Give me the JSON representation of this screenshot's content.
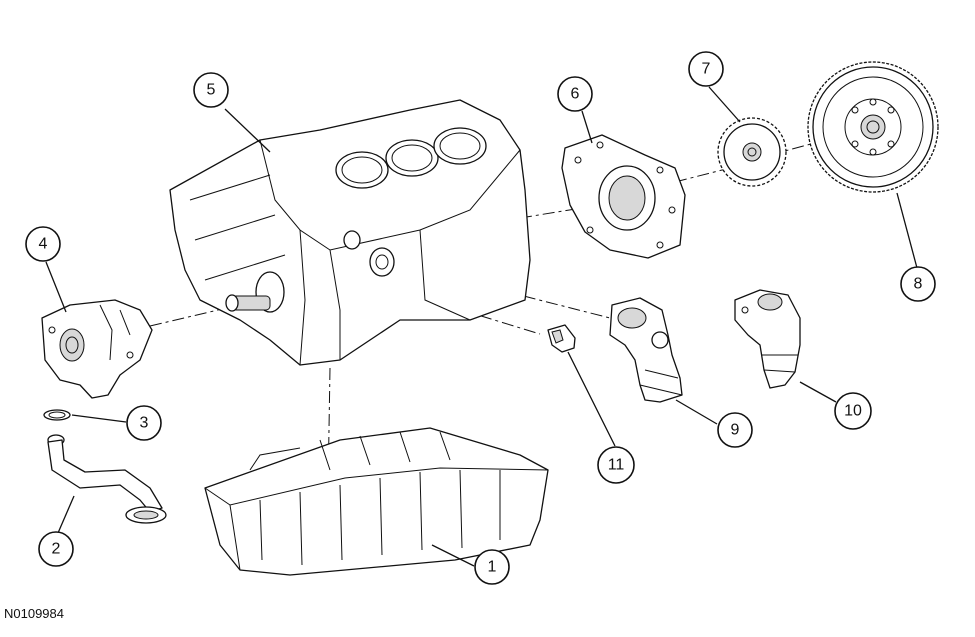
{
  "figure_id": "N0109984",
  "callouts": [
    {
      "label": "1"
    },
    {
      "label": "2"
    },
    {
      "label": "3"
    },
    {
      "label": "4"
    },
    {
      "label": "5"
    },
    {
      "label": "6"
    },
    {
      "label": "7"
    },
    {
      "label": "8"
    },
    {
      "label": "9"
    },
    {
      "label": "10"
    },
    {
      "label": "11"
    }
  ],
  "colors": {
    "line": "#111111",
    "background": "#ffffff",
    "shade": "#d8d8d8"
  }
}
